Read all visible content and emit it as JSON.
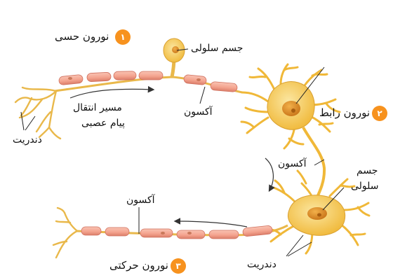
{
  "colors": {
    "myelin": "#f4a48f",
    "myelin_edge": "#d0705e",
    "axon": "#e9b84a",
    "cell_body": "#f4c045",
    "cell_body_light": "#fbe6a0",
    "nucleus": "#e0962a",
    "nucleus_dark": "#c87418",
    "badge": "#f7921e",
    "line": "#222222",
    "arrow": "#333333"
  },
  "neurons": [
    {
      "number": "۱",
      "label": "نورون حسی"
    },
    {
      "number": "۲",
      "label": "نورون رابط"
    },
    {
      "number": "۳",
      "label": "نورون حرکتی"
    }
  ],
  "labels": {
    "cell_body_top": "جسم سلولی",
    "axon_top": "آکسون",
    "dendrite_left": "دندریت",
    "signal_path_line1": "مسیر انتقال",
    "signal_path_line2": "پیام عصبی",
    "axon_middle": "آکسون",
    "cell_body_right_line1": "جسم",
    "cell_body_right_line2": "سلولی",
    "axon_bottom": "آکسون",
    "dendrite_bottom": "دندریت"
  }
}
